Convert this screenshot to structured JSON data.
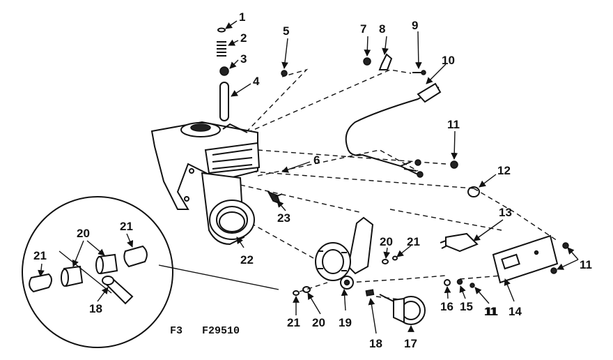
{
  "diagram": {
    "callouts": [
      "1",
      "2",
      "3",
      "4",
      "5",
      "6",
      "7",
      "8",
      "9",
      "10",
      "11",
      "11",
      "11",
      "12",
      "13",
      "14",
      "15",
      "16",
      "11",
      "17",
      "18",
      "19",
      "20",
      "21",
      "20",
      "21",
      "22",
      "23",
      "21",
      "20",
      "21",
      "20",
      "18"
    ],
    "caption_prefix": "F3",
    "caption_code": "F29510"
  }
}
